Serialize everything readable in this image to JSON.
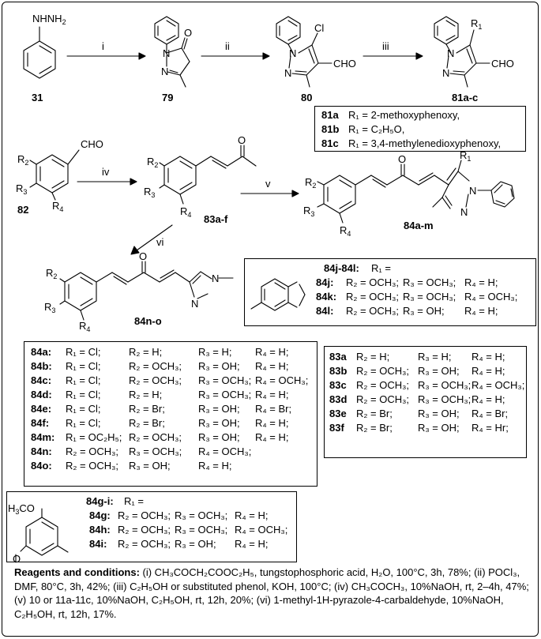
{
  "compounds": {
    "c31": "31",
    "c79": "79",
    "c80": "80",
    "c81": "81a-c",
    "c82": "82",
    "c83": "83a-f",
    "c84am": "84a-m",
    "c84no": "84n-o"
  },
  "structure_labels": {
    "nhnh2": "NHNH",
    "nhnh2_sub": "2",
    "n": "N",
    "o": "O",
    "cl": "Cl",
    "cho": "CHO",
    "r": "R",
    "sub1": "1",
    "sub2": "2",
    "sub3": "3",
    "sub4": "4",
    "h3co": "H",
    "h3co_sub": "3",
    "h3co_tail": "CO"
  },
  "reaction_steps": [
    "i",
    "ii",
    "iii",
    "iv",
    "v",
    "vi"
  ],
  "box_81": [
    {
      "id": "81a",
      "text": "R₁ = 2-methoxyphenoxy,"
    },
    {
      "id": "81b",
      "text": "R₁ = C₂H₅O,"
    },
    {
      "id": "81c",
      "text": "R₁ = 3,4-methylenedioxyphenoxy,"
    }
  ],
  "box_84jl": {
    "header_id": "84j-84l:",
    "header_text": "R₁ =",
    "rows": [
      {
        "id": "84j:",
        "r2": "R₂ = OCH₃;",
        "r3": "R₃ = OCH₃;",
        "r4": "R₄ = H;"
      },
      {
        "id": "84k:",
        "r2": "R₂ = OCH₃;",
        "r3": "R₃ = OCH₃;",
        "r4": "R₄ = OCH₃;"
      },
      {
        "id": "84l:",
        "r2": "R₂ = OCH₃;",
        "r3": "R₃ = OH;",
        "r4": "R₄ = H;"
      }
    ]
  },
  "table_84": [
    {
      "id": "84a:",
      "r1": "R₁ = Cl;",
      "r2": "R₂ = H;",
      "r3": "R₃ = H;",
      "r4": "R₄ = H;"
    },
    {
      "id": "84b:",
      "r1": "R₁ = Cl;",
      "r2": "R₂ = OCH₃;",
      "r3": "R₃ = OH;",
      "r4": "R₄ = H;"
    },
    {
      "id": "84c:",
      "r1": "R₁ = Cl;",
      "r2": "R₂ = OCH₃;",
      "r3": "R₃ = OCH₃;",
      "r4": "R₄ = OCH₃;"
    },
    {
      "id": "84d:",
      "r1": "R₁ = Cl;",
      "r2": "R₂ = H;",
      "r3": "R₃ = OCH₃;",
      "r4": "R₄ = H;"
    },
    {
      "id": "84e:",
      "r1": "R₁ = Cl;",
      "r2": "R₂ = Br;",
      "r3": "R₃ = OH;",
      "r4": "R₄ = Br;"
    },
    {
      "id": "84f:",
      "r1": "R₁ = Cl;",
      "r2": "R₂ = Br;",
      "r3": "R₃ = OH;",
      "r4": "R₄ = H;"
    },
    {
      "id": "84m:",
      "r1": "R₁ = OC₂H₅;",
      "r2": "R₂ = OCH₃;",
      "r3": "R₃ = OH;",
      "r4": "R₄ = H;"
    },
    {
      "id": "84n:",
      "r1": "R₂ = OCH₃;",
      "r2": "R₃ = OCH₃;",
      "r3": "R₄ = OCH₃;",
      "r4": ""
    },
    {
      "id": "84o:",
      "r1": "R₂ = OCH₃;",
      "r2": "R₃ = OH;",
      "r3": "R₄ = H;",
      "r4": ""
    }
  ],
  "table_83": [
    {
      "id": "83a",
      "r2": "R₂ = H;",
      "r3": "R₃ = H;",
      "r4": "R₄ = H;"
    },
    {
      "id": "83b",
      "r2": "R₂ = OCH₃;",
      "r3": "R₃ = OH;",
      "r4": "R₄ = H;"
    },
    {
      "id": "83c",
      "r2": "R₂ = OCH₃;",
      "r3": "R₃ = OCH₃;",
      "r4": "R₄ = OCH₃;"
    },
    {
      "id": "83d",
      "r2": "R₂ = OCH₃;",
      "r3": "R₃ = OCH₃;",
      "r4": "R₄ = H;"
    },
    {
      "id": "83e",
      "r2": "R₂ = Br;",
      "r3": "R₃ = OH;",
      "r4": "R₄ = Br;"
    },
    {
      "id": "83f",
      "r2": "R₂ = Br;",
      "r3": "R₃ = OH;",
      "r4": "R₄ = Hr;"
    }
  ],
  "box_84gi": {
    "header_id": "84g-i:",
    "header_text": "R₁ =",
    "rows": [
      {
        "id": "84g:",
        "r2": "R₂ = OCH₃;",
        "r3": "R₃ = OCH₃;",
        "r4": "R₄ = H;"
      },
      {
        "id": "84h:",
        "r2": "R₂ = OCH₃;",
        "r3": "R₃ = OCH₃;",
        "r4": "R₄ = OCH₃;"
      },
      {
        "id": "84i:",
        "r2": "R₂ = OCH₃;",
        "r3": "R₃ = OH;",
        "r4": "R₄ = H;"
      }
    ]
  },
  "reagents": {
    "heading": "Reagents and conditions:",
    "text": " (i) CH₃COCH₂COOC₂H₅, tungstophosphoric acid, H₂O, 100°C, 3h, 78%; (ii) POCl₃, DMF, 80°C, 3h, 42%; (iii) C₂H₅OH or substituted phenol, KOH, 100°C; (iv) CH₃COCH₃, 10%NaOH, rt, 2–4h, 47%; (v) 10 or 11a-11c, 10%NaOH, C₂H₅OH, rt, 12h, 20%; (vi) 1-methyl-1H-pyrazole-4-carbaldehyde, 10%NaOH, C₂H₅OH, rt, 12h, 17%."
  }
}
